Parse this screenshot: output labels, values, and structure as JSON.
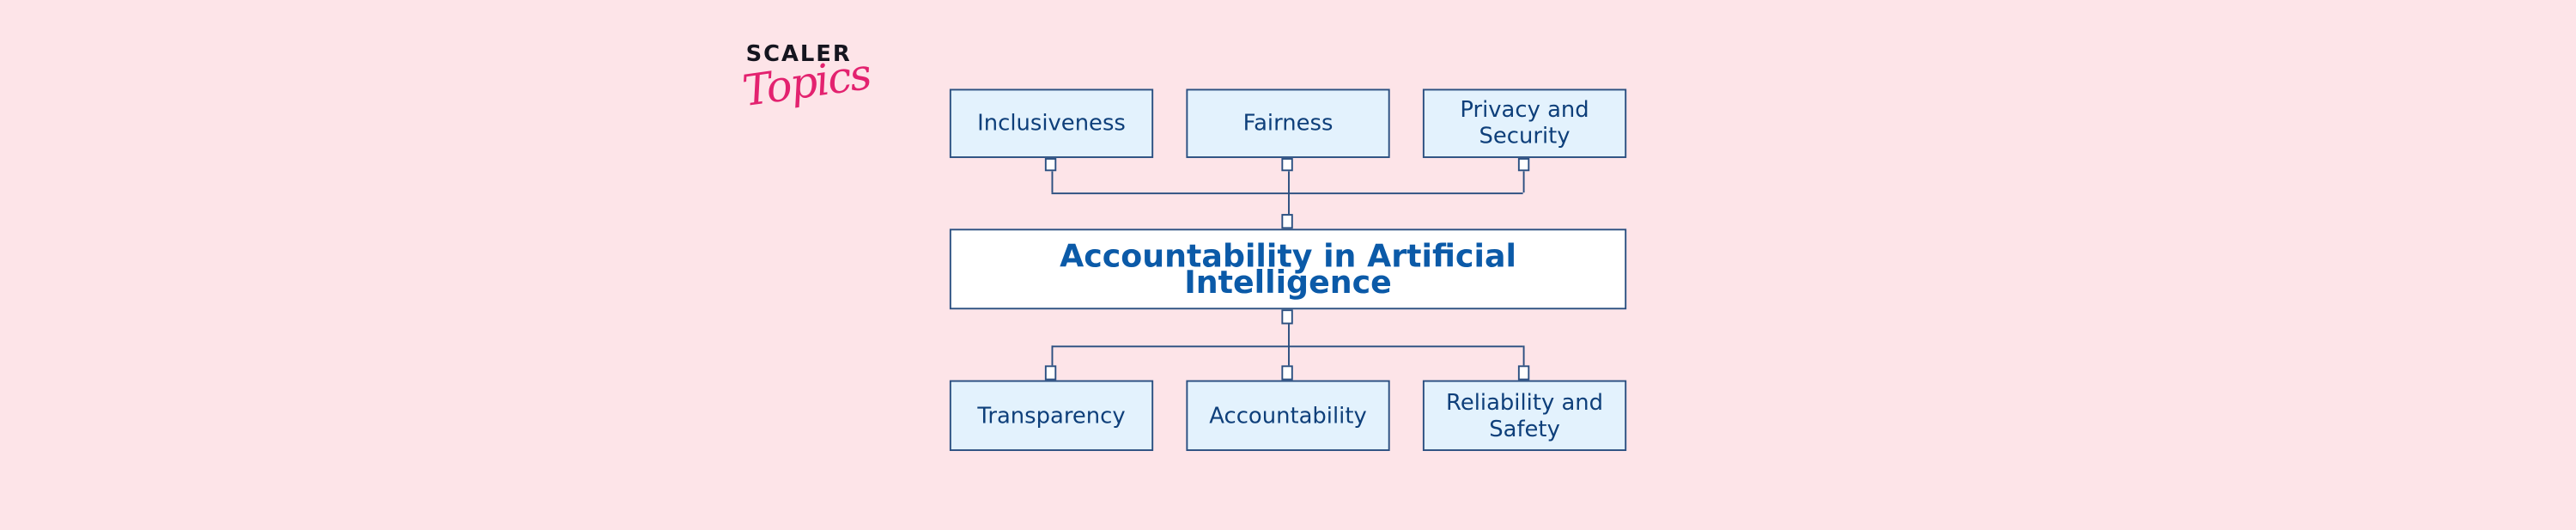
{
  "logo": {
    "brand": "SCALER",
    "sub": "Topics"
  },
  "center": {
    "label": "Accountability in Artificial Intelligence"
  },
  "top_nodes": [
    {
      "label": "Inclusiveness"
    },
    {
      "label": "Fairness"
    },
    {
      "label": "Privacy and Security"
    }
  ],
  "bottom_nodes": [
    {
      "label": "Transparency"
    },
    {
      "label": "Accountability"
    },
    {
      "label": "Reliability and Safety"
    }
  ],
  "colors": {
    "background": "#fde4e8",
    "node_fill": "#e3f2fd",
    "border": "#2b4f80",
    "text": "#0e3f7a",
    "title": "#0b5aa8",
    "logo_pink": "#e3226f"
  }
}
